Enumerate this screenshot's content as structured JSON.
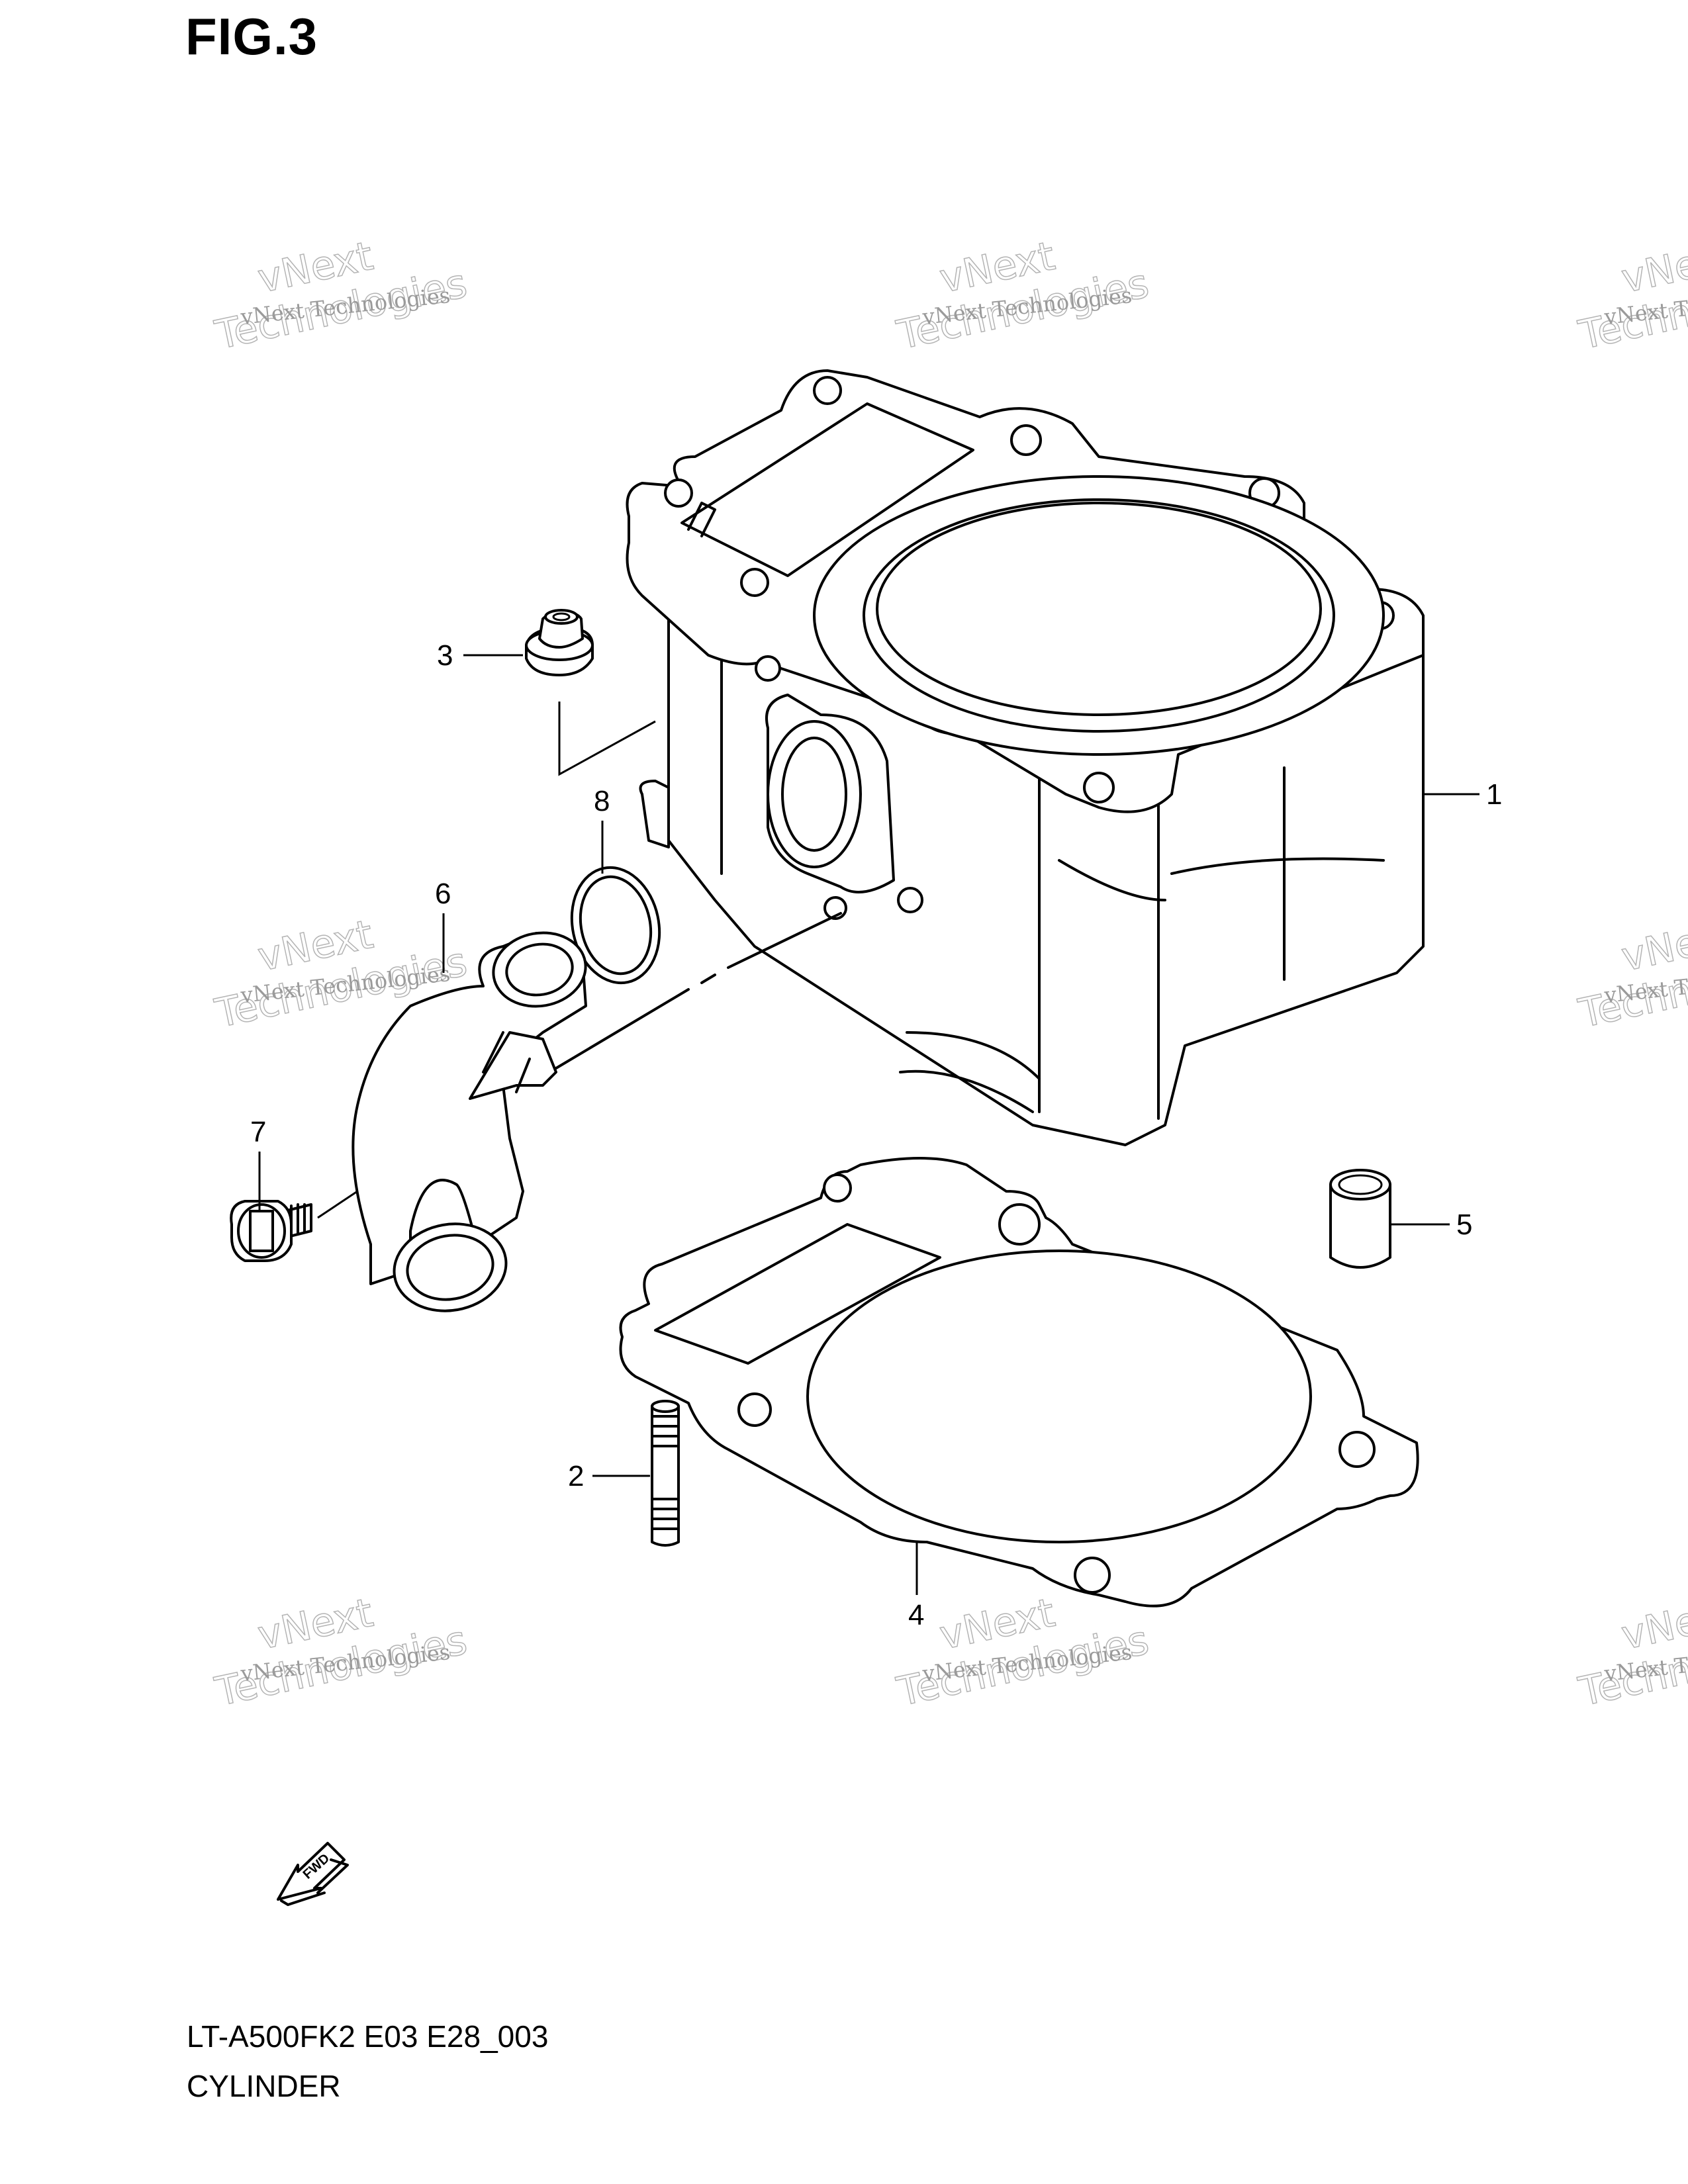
{
  "figure": {
    "title": "FIG.3"
  },
  "footer": {
    "model_code": "LT-A500FK2 E03 E28_003",
    "section_name": "CYLINDER"
  },
  "watermark": {
    "line_small": "vNext Technologies",
    "line_big_1": "vNext",
    "line_big_2": "Technologies"
  },
  "fwd_label": "FWD",
  "callouts": [
    {
      "number": "1",
      "part": "cylinder"
    },
    {
      "number": "2",
      "part": "stud"
    },
    {
      "number": "3",
      "part": "nut"
    },
    {
      "number": "4",
      "part": "cylinder-gasket"
    },
    {
      "number": "5",
      "part": "dowel-pin"
    },
    {
      "number": "6",
      "part": "water-inlet-pipe"
    },
    {
      "number": "7",
      "part": "bolt"
    },
    {
      "number": "8",
      "part": "o-ring"
    }
  ]
}
